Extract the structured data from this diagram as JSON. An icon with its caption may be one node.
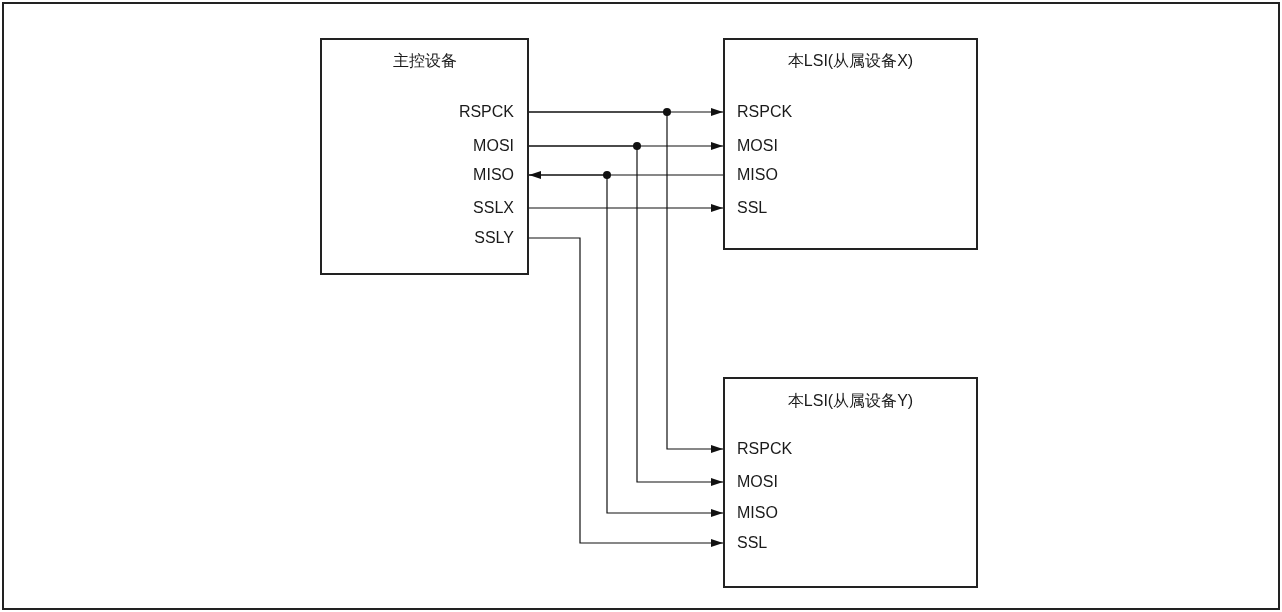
{
  "diagram": {
    "nodes": [
      {
        "text": [
          "主控设备"
        ]
      },
      {
        "text": [
          "RSPCK"
        ],
        "in": 0
      },
      {
        "text": [
          "MOSI"
        ],
        "in": 0
      },
      {
        "text": [
          "MISO"
        ],
        "in": 0
      },
      {
        "text": [
          "SSLX"
        ],
        "in": 0
      },
      {
        "text": [
          "SSLY"
        ],
        "in": 0
      },
      {
        "text": [
          "本LSI(从属设备X)"
        ]
      },
      {
        "text": [
          "RSPCK"
        ],
        "in": 6
      },
      {
        "text": [
          "MOSI"
        ],
        "in": 6
      },
      {
        "text": [
          "MISO"
        ],
        "in": 6
      },
      {
        "text": [
          "SSL"
        ],
        "in": 6
      },
      {
        "text": [
          "本LSI(从属设备Y)"
        ]
      },
      {
        "text": [
          "RSPCK"
        ],
        "in": 11
      },
      {
        "text": [
          "MOSI"
        ],
        "in": 11
      },
      {
        "text": [
          "MISO"
        ],
        "in": 11
      },
      {
        "text": [
          "SSL"
        ],
        "in": 11
      }
    ],
    "edges": [
      {
        "from": 1,
        "to": 7,
        "arrow": "to"
      },
      {
        "from": 1,
        "to": 12,
        "arrow": "to"
      },
      {
        "from": 2,
        "to": 8,
        "arrow": "to"
      },
      {
        "from": 2,
        "to": 13,
        "arrow": "to"
      },
      {
        "from": 9,
        "to": 3,
        "arrow": "to"
      },
      {
        "from": 3,
        "to": 14,
        "arrow": "to"
      },
      {
        "from": 4,
        "to": 10,
        "arrow": "to"
      },
      {
        "from": 5,
        "to": 15,
        "arrow": "to"
      }
    ]
  }
}
